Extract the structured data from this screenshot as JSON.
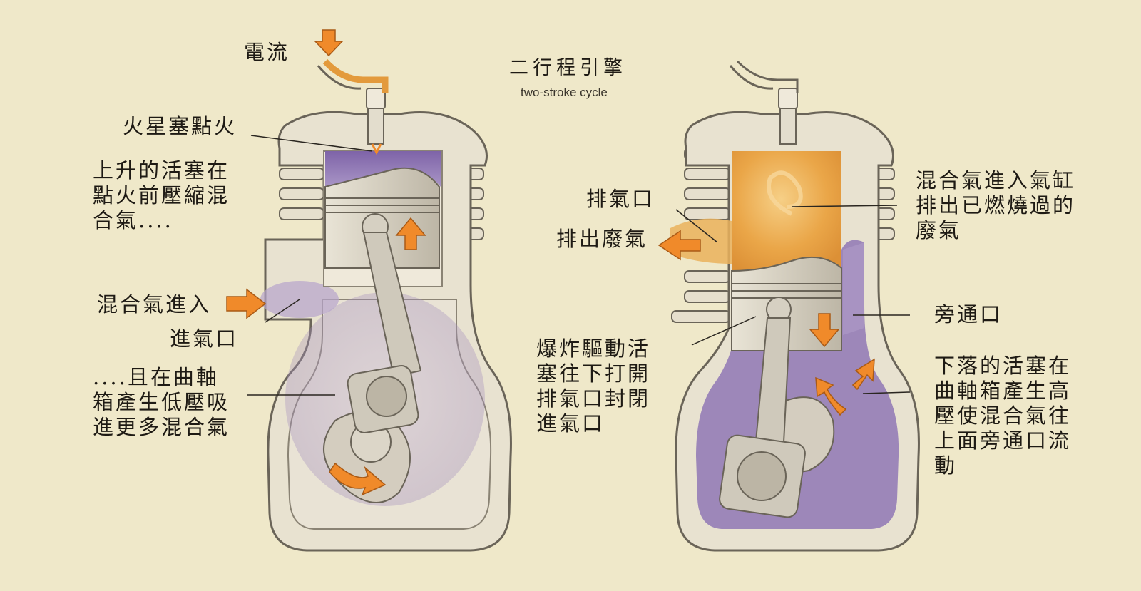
{
  "title": "二行程引擎",
  "subtitle": "two-stroke cycle",
  "colors": {
    "background": "#efe8c9",
    "casing": "#e8e2d0",
    "casing_outline": "#6a6458",
    "mixture_purple": "#9b86b5",
    "burnt_gas_orange": "#e9a64a",
    "arrow_orange": "#f08a2a",
    "piston_grey": "#cfc9bb"
  },
  "left_engine": {
    "labels": {
      "current": "電流",
      "spark_plug_fires": "火星塞點火",
      "rising_piston": "上升的活塞在\n點火前壓縮混\n合氣....",
      "mixture_enters": "混合氣進入",
      "intake_port": "進氣口",
      "crankcase_low_pressure": "....且在曲軸\n箱產生低壓吸\n進更多混合氣"
    }
  },
  "right_engine": {
    "labels": {
      "exhaust_port": "排氣口",
      "exhaust_out": "排出廢氣",
      "mixture_into_cylinder": "混合氣進入氣缸\n排出已燃燒過的\n廢氣",
      "transfer_port": "旁通口",
      "explosion_drives_piston": "爆炸驅動活\n塞往下打開\n排氣口封閉\n進氣口",
      "falling_piston": "下落的活塞在\n曲軸箱產生高\n壓使混合氣往\n上面旁通口流\n動"
    }
  }
}
